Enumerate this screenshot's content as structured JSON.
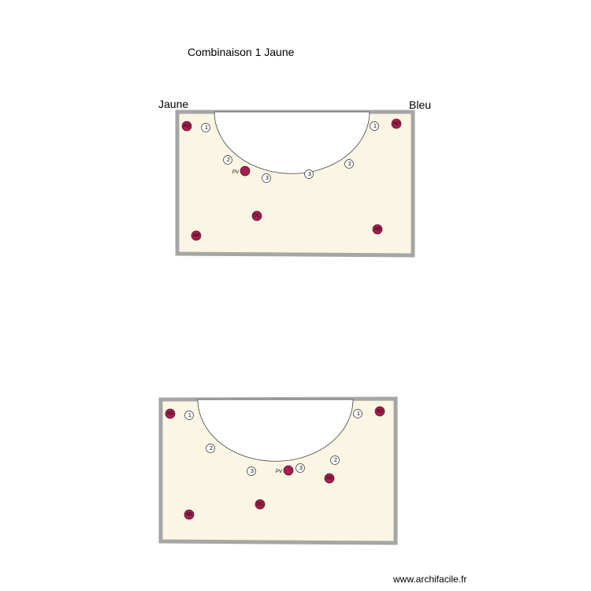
{
  "title": "Combinaison 1 Jaune",
  "team_left": "Jaune",
  "team_right": "Bleu",
  "watermark": "www.archifacile.fr",
  "colors": {
    "field": "#fbf6e4",
    "border": "#a6a6a6",
    "defender": "#a3214f",
    "attacker": "#ffffff"
  },
  "diagrams": [
    {
      "attackers": [
        "1",
        "2",
        "3",
        "3",
        "2",
        "1"
      ],
      "defenders": [
        "AG",
        "PV",
        "DC",
        "AR",
        "AR",
        "AD"
      ]
    },
    {
      "attackers": [
        "1",
        "2",
        "3",
        "3",
        "2",
        "1"
      ],
      "defenders": [
        "AG",
        "PV",
        "DC",
        "AR",
        "AR",
        "AD"
      ]
    }
  ]
}
